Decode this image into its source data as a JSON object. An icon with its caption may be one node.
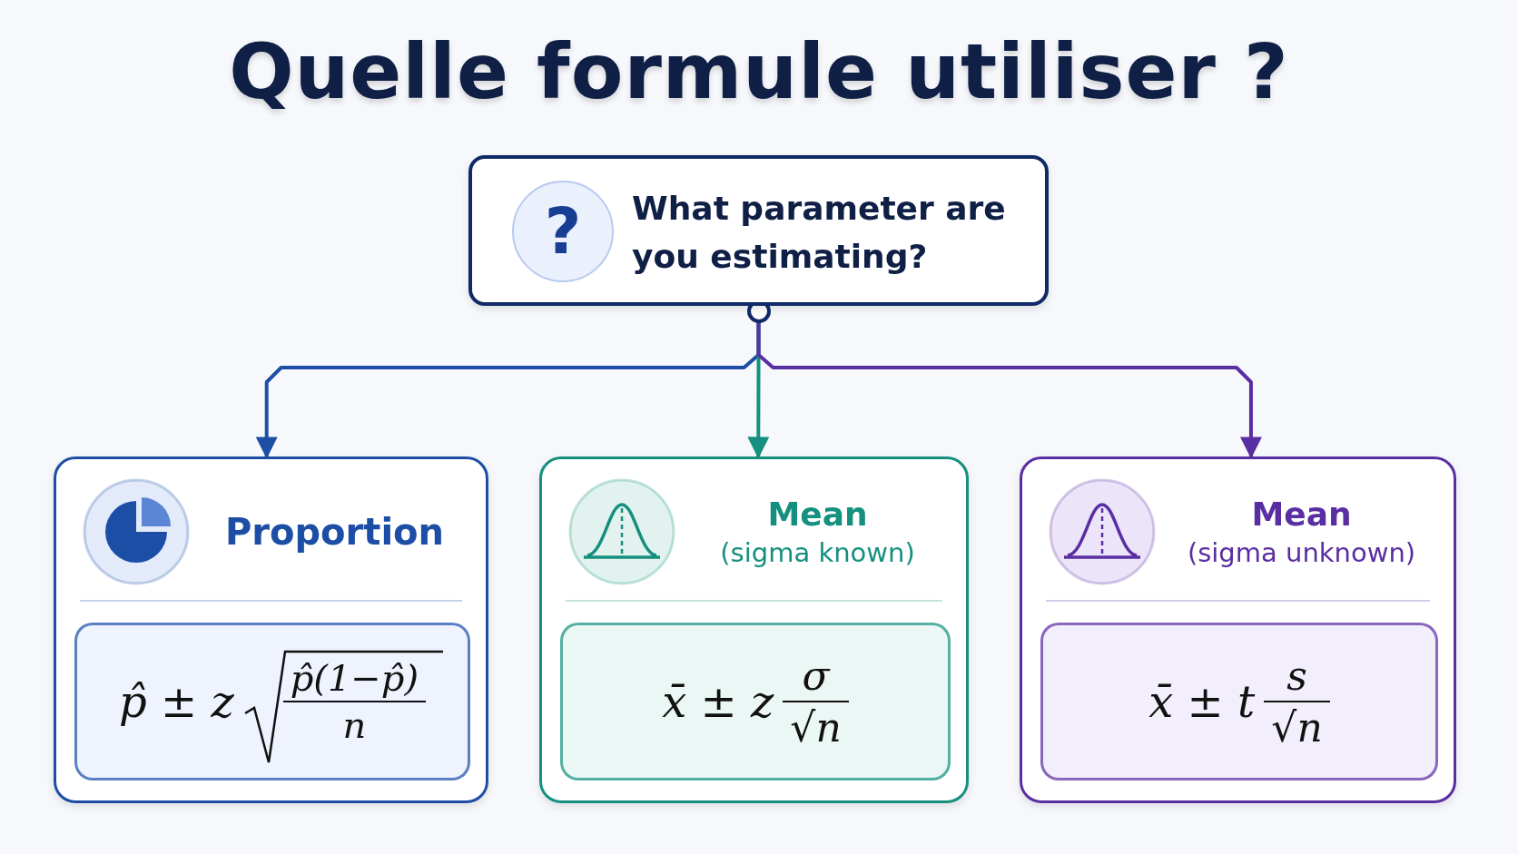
{
  "diagram": {
    "title": "Quelle formule utiliser ?",
    "nodes": [
      {
        "text": [
          "?",
          "What parameter are you estimating?"
        ]
      },
      {
        "text": [
          "Proportion"
        ]
      },
      {
        "text": [
          "p̂ ± z",
          "p̂(1−p̂)",
          "n"
        ],
        "in": 1
      },
      {
        "text": [
          "Mean",
          "(sigma known)"
        ]
      },
      {
        "text": [
          "x̄ ± z",
          "σ",
          "√n"
        ],
        "in": 3
      },
      {
        "text": [
          "Mean",
          "(sigma unknown)"
        ]
      },
      {
        "text": [
          "x̄ ± t",
          "s",
          "√n"
        ],
        "in": 5
      }
    ],
    "edges": [
      {
        "from": 0,
        "to": 1,
        "arrow": "to",
        "color": "#1d4ea6"
      },
      {
        "from": 0,
        "to": 3,
        "arrow": "to",
        "color": "#15907f"
      },
      {
        "from": 0,
        "to": 5,
        "arrow": "to",
        "color": "#5a2ea3"
      }
    ]
  }
}
